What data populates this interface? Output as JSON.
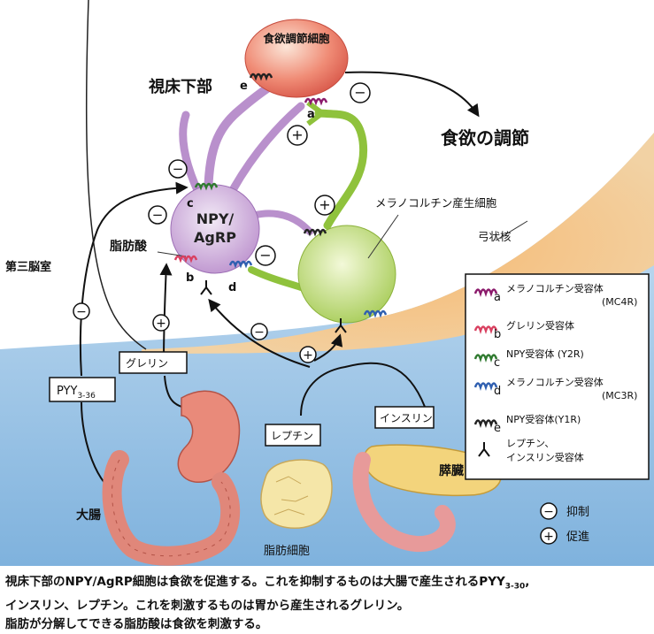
{
  "labels": {
    "hypothalamus": "視床下部",
    "appetite_cell": "食欲調節細胞",
    "appetite_regulation": "食欲の調節",
    "melanocortin_cell": "メラノコルチン産生細胞",
    "arcuate": "弓状核",
    "third_ventricle": "第三脳室",
    "npy_line1": "NPY/",
    "npy_line2": "AgRP",
    "fatty_acid": "脂肪酸",
    "pyy": "PYY",
    "pyy_sub": "3-36",
    "ghrelin": "グレリン",
    "leptin": "レプチン",
    "insulin": "インスリン",
    "large_intestine": "大腸",
    "fat_cell": "脂肪細胞",
    "pancreas": "膵臓"
  },
  "receptor_letters": {
    "a": "a",
    "b": "b",
    "c": "c",
    "d": "d",
    "e": "e"
  },
  "signs": {
    "minus": "−",
    "plus": "+"
  },
  "legend": {
    "items": [
      {
        "letter": "a",
        "line1": "メラノコルチン受容体",
        "line2": "(MC4R)",
        "color": "#8b1a6b"
      },
      {
        "letter": "b",
        "line1": "グレリン受容体",
        "line2": "",
        "color": "#d94060"
      },
      {
        "letter": "c",
        "line1": "NPY受容体 (Y2R)",
        "line2": "",
        "color": "#2f7a2f"
      },
      {
        "letter": "d",
        "line1": "メラノコルチン受容体",
        "line2": "(MC3R)",
        "color": "#2f5fb0"
      },
      {
        "letter": "e",
        "line1": "NPY受容体(Y1R)",
        "line2": "",
        "color": "#222222"
      }
    ],
    "leptin_receptor_line1": "レプチン、",
    "leptin_receptor_line2": "インスリン受容体"
  },
  "key": {
    "inhibit": "抑制",
    "promote": "促進"
  },
  "caption": {
    "line1_a": "視床下部のNPY/AgRP細胞は食欲を促進する。これを抑制するものは大腸で産生されるPYY",
    "line1_sub": "3-30",
    "line1_b": ",",
    "line2": "インスリン、レプチン。これを刺激するものは胃から産生されるグレリン。",
    "line3": "脂肪が分解してできる脂肪酸は食欲を刺激する。"
  }
}
